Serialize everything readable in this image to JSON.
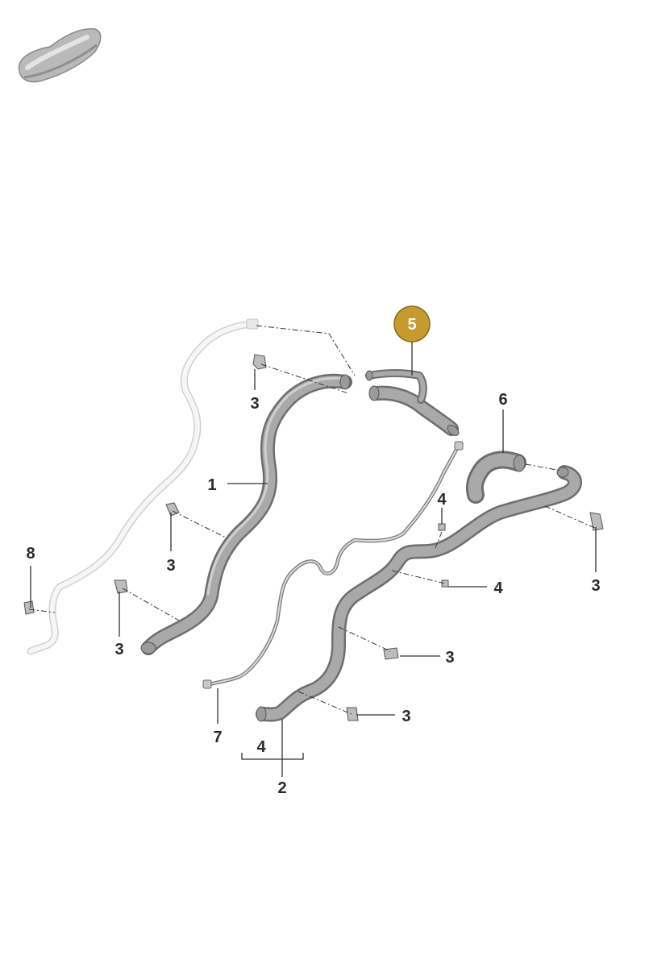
{
  "highlight_color": "#c59a2e",
  "callouts": {
    "p1": "1",
    "p2": "2",
    "p3": "3",
    "p4": "4",
    "p5": "5",
    "p6": "6",
    "p7": "7",
    "p8": "8"
  },
  "icons": {
    "vehicle": "car-silhouette-icon"
  }
}
